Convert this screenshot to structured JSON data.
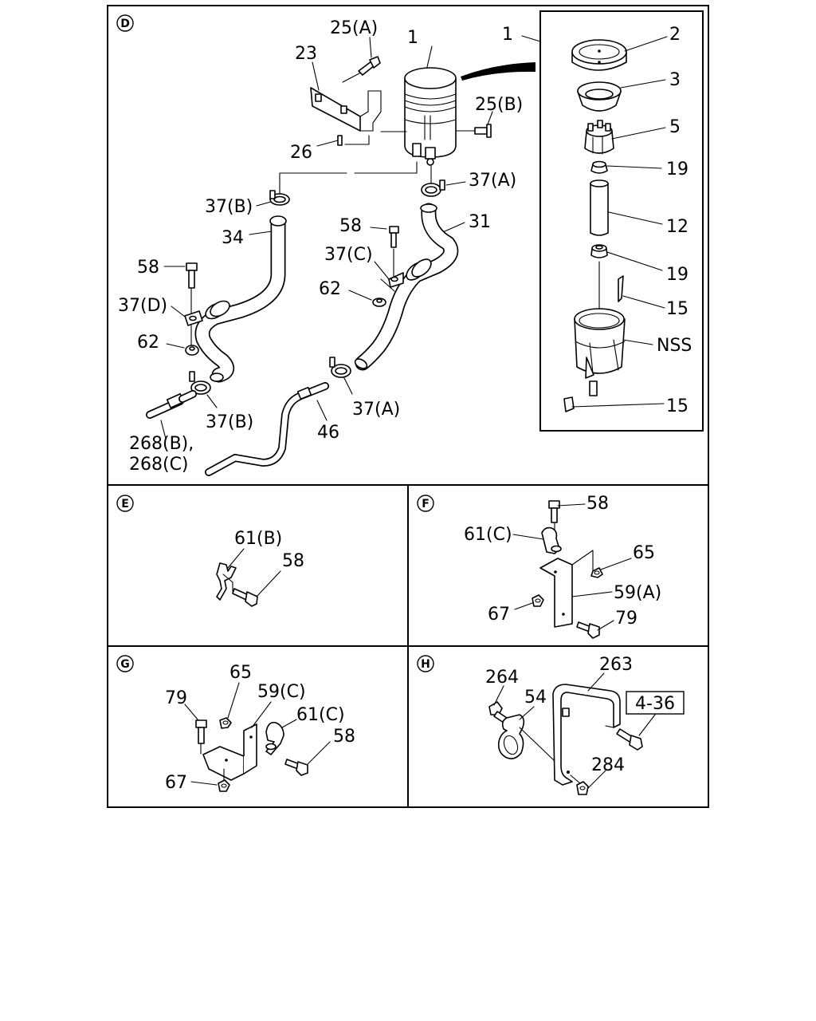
{
  "sections": {
    "D": "D",
    "E": "E",
    "F": "F",
    "G": "G",
    "H": "H"
  },
  "labels": {
    "d_25a": "25(A)",
    "d_23": "23",
    "d_1_tank": "1",
    "d_1_detail": "1",
    "d_25b": "25(B)",
    "d_26": "26",
    "d_37a_top": "37(A)",
    "d_37b_top": "37(B)",
    "d_34": "34",
    "d_58_mid": "58",
    "d_31": "31",
    "d_37c": "37(C)",
    "d_58_left": "58",
    "d_62_mid": "62",
    "d_37d": "37(D)",
    "d_62_left": "62",
    "d_37b_bot": "37(B)",
    "d_37a_bot": "37(A)",
    "d_46": "46",
    "d_268b": "268(B),",
    "d_268c": "268(C)",
    "d_2": "2",
    "d_3": "3",
    "d_5": "5",
    "d_19_top": "19",
    "d_12": "12",
    "d_19_bot": "19",
    "d_15_top": "15",
    "d_nss": "NSS",
    "d_15_bot": "15",
    "e_61b": "61(B)",
    "e_58": "58",
    "f_58": "58",
    "f_61c": "61(C)",
    "f_65": "65",
    "f_59a": "59(A)",
    "f_67": "67",
    "f_79": "79",
    "g_65": "65",
    "g_59c": "59(C)",
    "g_79": "79",
    "g_61c": "61(C)",
    "g_58": "58",
    "g_67": "67",
    "h_263": "263",
    "h_264": "264",
    "h_54": "54",
    "h_ref": "4-36",
    "h_284": "284"
  }
}
